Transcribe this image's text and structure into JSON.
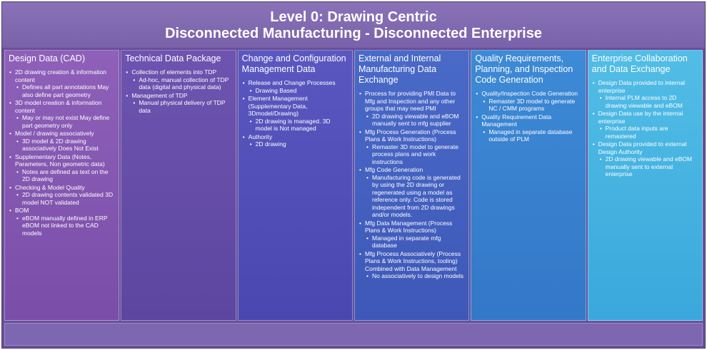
{
  "title": {
    "line1": "Level 0:  Drawing Centric",
    "line2": "Disconnected Manufacturing - Disconnected Enterprise"
  },
  "columns": [
    {
      "heading": "Design Data (CAD)",
      "items": [
        {
          "level": 1,
          "text": "2D drawing creation & information content"
        },
        {
          "level": 2,
          "text": "Defines all part annotations May also define part geometry"
        },
        {
          "level": 1,
          "text": "3D model creation & information content"
        },
        {
          "level": 2,
          "text": "May or may not exist May define part geometry only"
        },
        {
          "level": 1,
          "text": "Model / drawing associatively"
        },
        {
          "level": 2,
          "text": "3D model & 2D drawing associatively Does Not Exist"
        },
        {
          "level": 1,
          "text": "Supplementary Data (Notes, Parameters, Non geometric data)"
        },
        {
          "level": 2,
          "text": "Notes are defined as text on the 2D drawing"
        },
        {
          "level": 1,
          "text": "Checking & Model Quality"
        },
        {
          "level": 2,
          "text": "2D drawing contents validated 3D model NOT validated"
        },
        {
          "level": 1,
          "text": "BOM"
        },
        {
          "level": 2,
          "text": "eBOM manually defined in ERP eBOM not linked to the CAD models"
        }
      ]
    },
    {
      "heading": "Technical Data Package",
      "items": [
        {
          "level": 1,
          "text": "Collection of elements into TDP"
        },
        {
          "level": 2,
          "text": "Ad-hoc, manual collection of TDP data (digital and physical data)"
        },
        {
          "level": 1,
          "text": "Management of TDP"
        },
        {
          "level": 2,
          "text": "Manual physical delivery of TDP data"
        }
      ]
    },
    {
      "heading": "Change and Configuration Management Data",
      "items": [
        {
          "level": 1,
          "text": "Release and Change Processes"
        },
        {
          "level": 2,
          "text": "Drawing Based"
        },
        {
          "level": 1,
          "text": "Element Management (Supplementary Data, 3Dmodel/Drawing)"
        },
        {
          "level": 2,
          "text": "2D drawing is managed. 3D model is Not managed"
        },
        {
          "level": 1,
          "text": "Authority"
        },
        {
          "level": 2,
          "text": "2D drawing"
        }
      ]
    },
    {
      "heading": "External and Internal Manufacturing Data Exchange",
      "items": [
        {
          "level": 1,
          "text": "Process for providing PMI Data to Mfg and Inspection and any other groups that may need PMI"
        },
        {
          "level": 2,
          "text": "2D drawing viewable and eBOM manually sent to mfg supplier"
        },
        {
          "level": 1,
          "text": "Mfg Process Generation (Process Plans & Work Instructions)"
        },
        {
          "level": 2,
          "text": "Remaster 3D model to generate process plans and work instructions"
        },
        {
          "level": 1,
          "text": "Mfg Code Generation"
        },
        {
          "level": 2,
          "text": "Manufacturing code is generated by using the 2D drawing or regenerated using a model as reference only. Code is stored independent from 2D drawings and/or models."
        },
        {
          "level": 1,
          "text": "Mfg Data Management (Process Plans & Work Instructions)"
        },
        {
          "level": 2,
          "text": "Managed in separate mfg database"
        },
        {
          "level": 1,
          "text": "Mfg Process Associatively (Process Plans & Work Instructions, tooling) Combined with Data Management"
        },
        {
          "level": 2,
          "text": "No associatively to design models"
        }
      ]
    },
    {
      "heading": "Quality Requirements, Planning, and Inspection Code Generation",
      "items": [
        {
          "level": 1,
          "text": "Quality/Inspection Code Generation"
        },
        {
          "level": 2,
          "text": "Remaster 3D model to generate NC / CMM programs"
        },
        {
          "level": 1,
          "text": "Quality Requirement Data Management"
        },
        {
          "level": 2,
          "text": "Managed in separate database outside of PLM"
        }
      ]
    },
    {
      "heading": "Enterprise Collaboration and Data Exchange",
      "items": [
        {
          "level": 1,
          "text": "Design Data provided to internal enterprise"
        },
        {
          "level": 2,
          "text": "Internal PLM access to 2D drawing viewable and eBOM"
        },
        {
          "level": 1,
          "text": "Design Data use by the internal enterprise"
        },
        {
          "level": 2,
          "text": "Product data inputs are remastered"
        },
        {
          "level": 1,
          "text": "Design Data provided to external Design Authority"
        },
        {
          "level": 2,
          "text": "2D drawing viewable and eBOM manually sent to external enterprise"
        }
      ]
    }
  ]
}
